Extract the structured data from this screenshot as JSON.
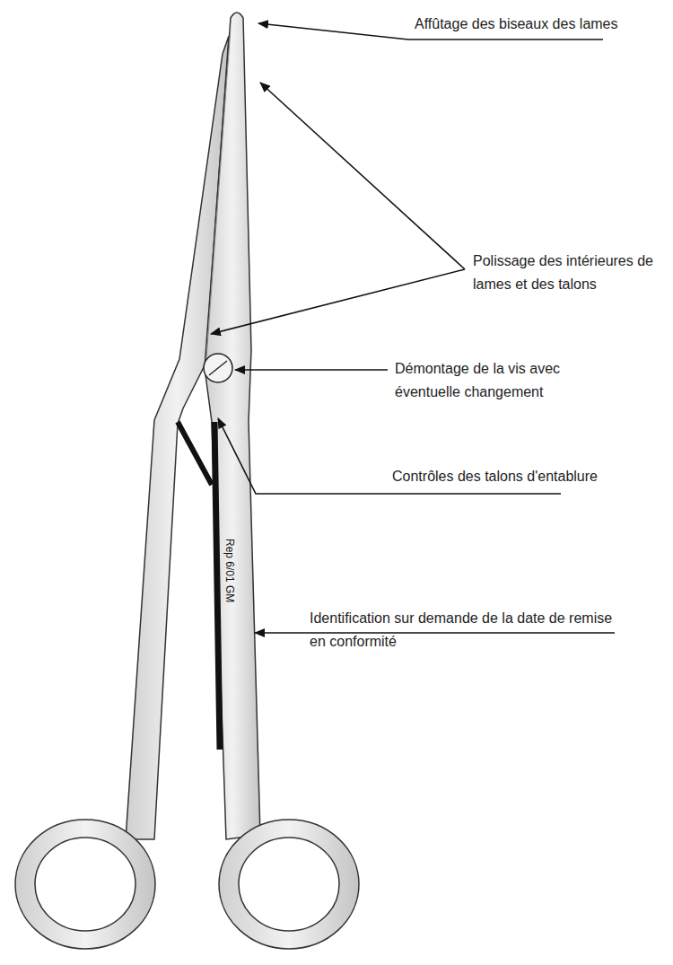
{
  "diagram": {
    "labels": [
      "Affûtage des biseaux des lames",
      "Polissage des intérieures de lames et des talons",
      "Démontage de la vis avec éventuelle changement",
      "Contrôles des talons d'entablure",
      "Rep 6/01 GM",
      "Identification sur demande de la date de remise en conformité"
    ]
  }
}
